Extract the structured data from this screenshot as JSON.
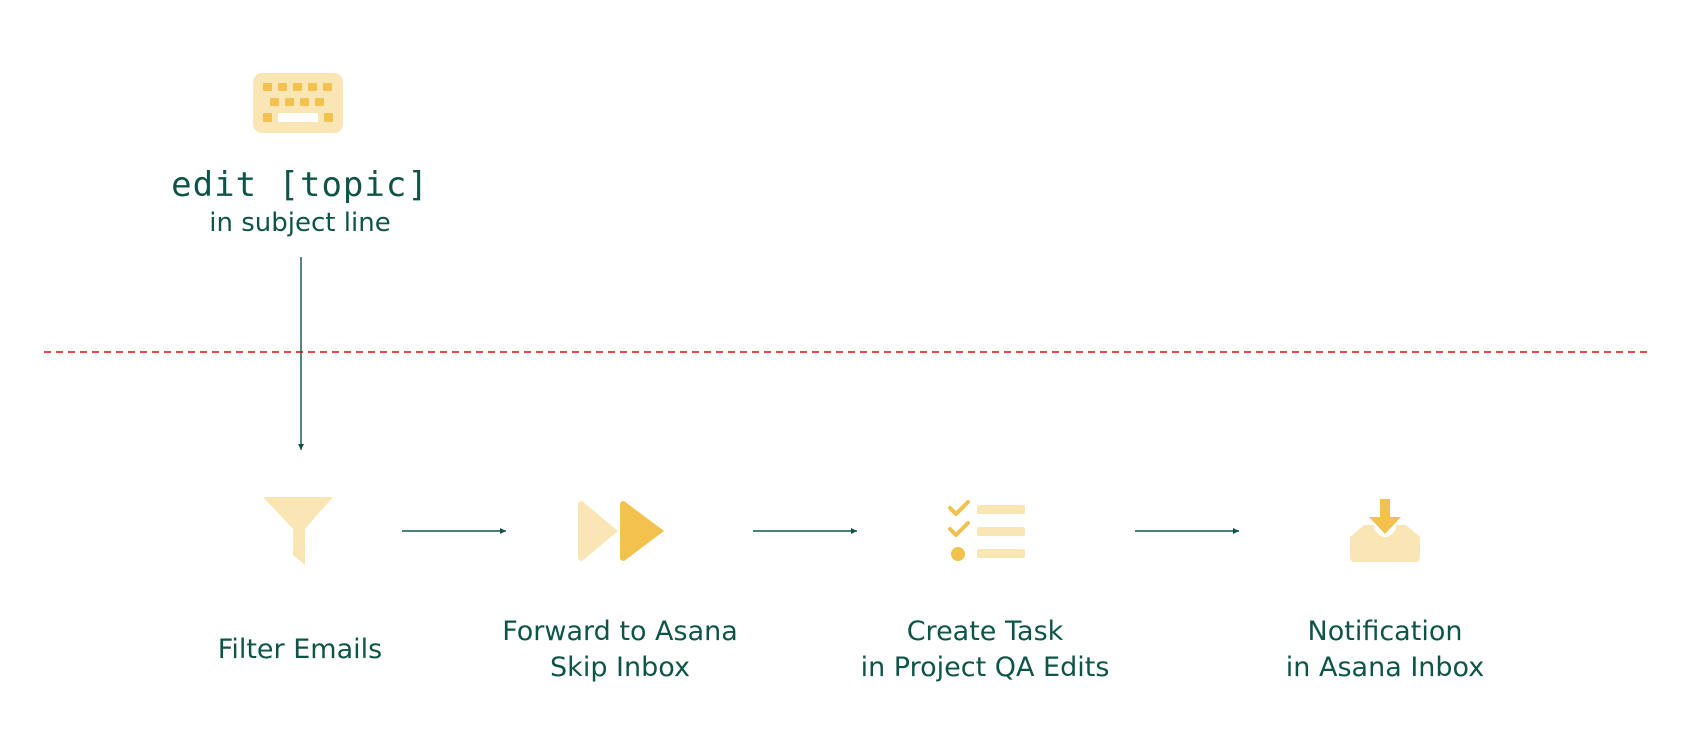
{
  "trigger": {
    "icon": "keyboard-icon",
    "command": "edit [topic]",
    "subtitle": "in subject line"
  },
  "steps": [
    {
      "icon": "filter-funnel-icon",
      "lines": [
        "Filter Emails"
      ]
    },
    {
      "icon": "fast-forward-icon",
      "lines": [
        "Forward to Asana",
        "Skip Inbox"
      ]
    },
    {
      "icon": "checklist-icon",
      "lines": [
        "Create Task",
        "in Project QA Edits"
      ]
    },
    {
      "icon": "inbox-download-icon",
      "lines": [
        "Notification",
        "in Asana Inbox"
      ]
    }
  ],
  "colors": {
    "text": "#0e5548",
    "icon_light": "#fae6b4",
    "icon_dark": "#f2c14e",
    "divider": "#ef4444",
    "arrow": "#0e5548"
  }
}
